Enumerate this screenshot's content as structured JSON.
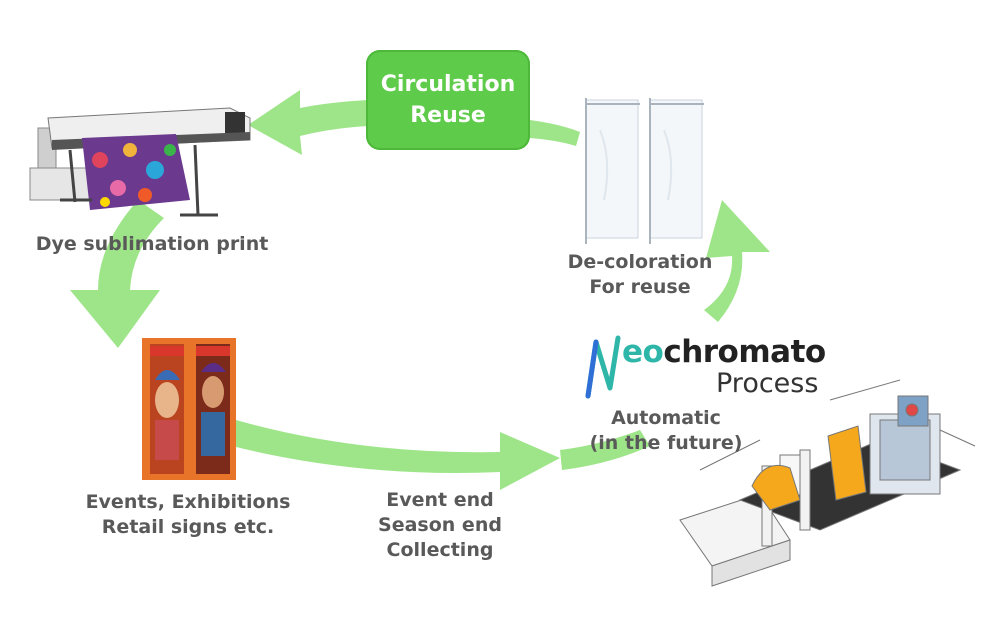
{
  "center_box": {
    "line1": "Circulation",
    "line2": "Reuse"
  },
  "labels": {
    "print": "Dye sublimation print",
    "decolor_line1": "De-coloration",
    "decolor_line2": "For reuse",
    "auto_line1": "Automatic",
    "auto_line2": "(in the future)",
    "events_line1": "Events, Exhibitions",
    "events_line2": "Retail signs etc.",
    "collect_line1": "Event end",
    "collect_line2": "Season end",
    "collect_line3": "Collecting"
  },
  "brand": {
    "word_n": "N",
    "word_eo": "eo",
    "word_rest": "chromato",
    "sub": "Process"
  },
  "colors": {
    "arrow": "#9ee58a",
    "box": "#5ecb4a",
    "text": "#595959",
    "brand_accent": "#2eb6a8"
  },
  "icons": [
    "printer-image",
    "white-banners-image",
    "printed-banners-image",
    "decoloration-machine-image"
  ]
}
